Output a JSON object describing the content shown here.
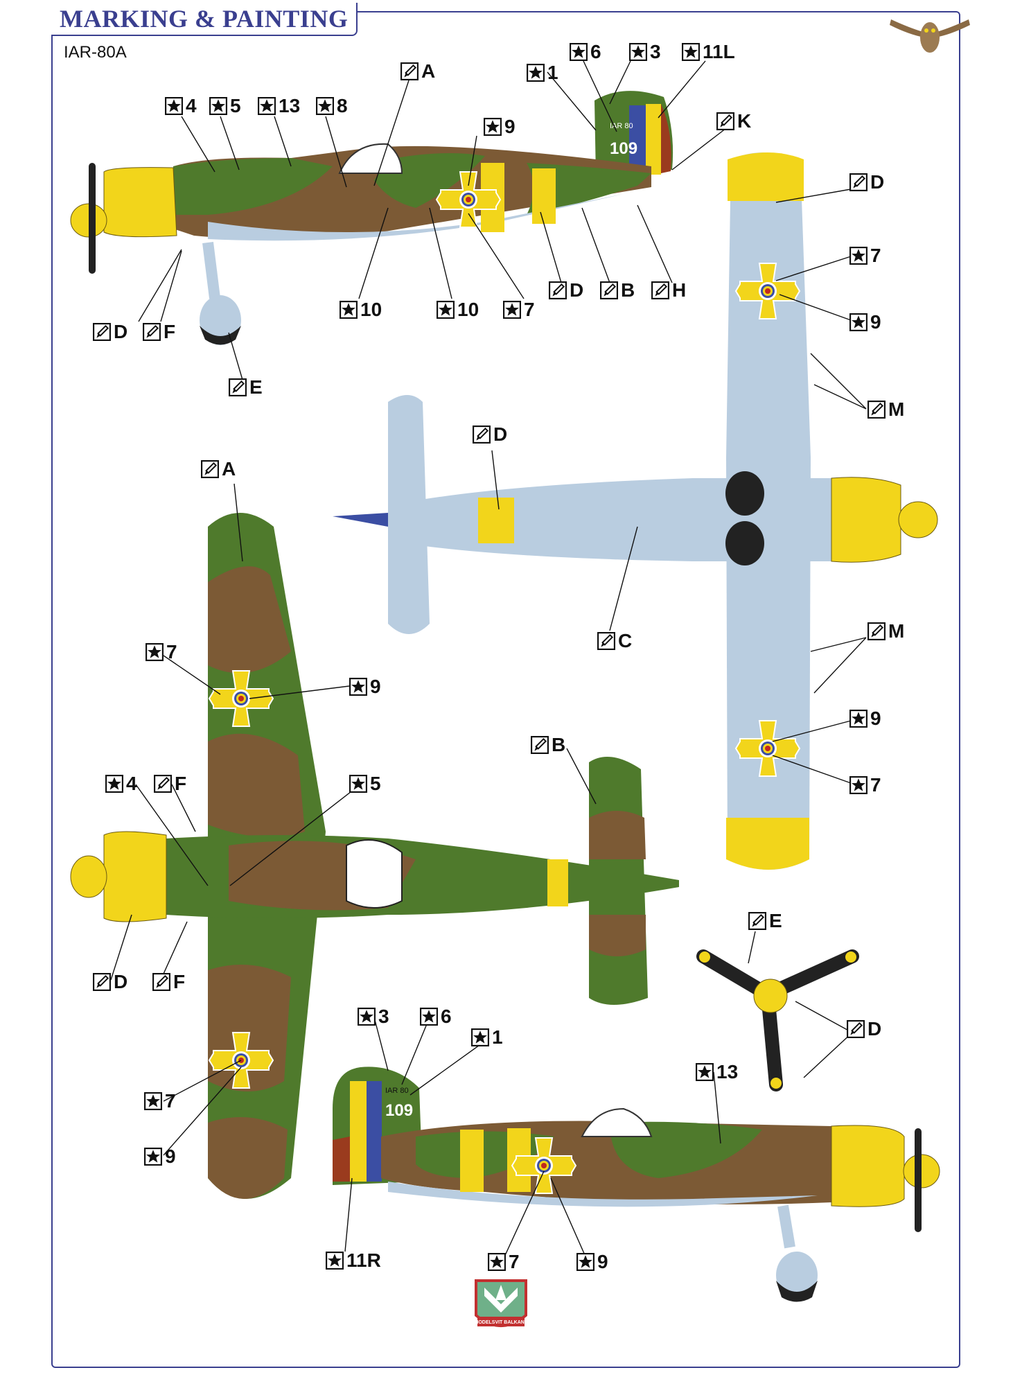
{
  "header": {
    "title": "MARKING & PAINTING",
    "model": "IAR-80A"
  },
  "aircraft": {
    "code": "109",
    "type_text": "IAR 80"
  },
  "callouts": {
    "top": [
      {
        "kind": "decal",
        "text": "4"
      },
      {
        "kind": "decal",
        "text": "5"
      },
      {
        "kind": "decal",
        "text": "13"
      },
      {
        "kind": "decal",
        "text": "8"
      },
      {
        "kind": "paint",
        "text": "A"
      },
      {
        "kind": "decal",
        "text": "1"
      },
      {
        "kind": "decal",
        "text": "6"
      },
      {
        "kind": "decal",
        "text": "3"
      },
      {
        "kind": "decal",
        "text": "11L"
      },
      {
        "kind": "decal",
        "text": "9"
      },
      {
        "kind": "paint",
        "text": "K"
      },
      {
        "kind": "paint",
        "text": "D"
      },
      {
        "kind": "paint",
        "text": "F"
      },
      {
        "kind": "decal",
        "text": "10"
      },
      {
        "kind": "decal",
        "text": "10"
      },
      {
        "kind": "decal",
        "text": "7"
      },
      {
        "kind": "paint",
        "text": "D"
      },
      {
        "kind": "paint",
        "text": "B"
      },
      {
        "kind": "paint",
        "text": "H"
      },
      {
        "kind": "paint",
        "text": "E"
      }
    ],
    "underside": [
      {
        "kind": "paint",
        "text": "D"
      },
      {
        "kind": "decal",
        "text": "7"
      },
      {
        "kind": "decal",
        "text": "9"
      },
      {
        "kind": "paint",
        "text": "M"
      },
      {
        "kind": "paint",
        "text": "D"
      },
      {
        "kind": "paint",
        "text": "C"
      },
      {
        "kind": "paint",
        "text": "M"
      },
      {
        "kind": "decal",
        "text": "9"
      },
      {
        "kind": "decal",
        "text": "7"
      }
    ],
    "upper": [
      {
        "kind": "paint",
        "text": "A"
      },
      {
        "kind": "decal",
        "text": "7"
      },
      {
        "kind": "decal",
        "text": "9"
      },
      {
        "kind": "decal",
        "text": "4"
      },
      {
        "kind": "paint",
        "text": "F"
      },
      {
        "kind": "decal",
        "text": "5"
      },
      {
        "kind": "paint",
        "text": "B"
      },
      {
        "kind": "paint",
        "text": "D"
      },
      {
        "kind": "paint",
        "text": "F"
      },
      {
        "kind": "decal",
        "text": "7"
      },
      {
        "kind": "decal",
        "text": "9"
      }
    ],
    "prop": [
      {
        "kind": "paint",
        "text": "E"
      },
      {
        "kind": "paint",
        "text": "D"
      }
    ],
    "right": [
      {
        "kind": "decal",
        "text": "3"
      },
      {
        "kind": "decal",
        "text": "6"
      },
      {
        "kind": "decal",
        "text": "1"
      },
      {
        "kind": "decal",
        "text": "13"
      },
      {
        "kind": "decal",
        "text": "11R"
      },
      {
        "kind": "decal",
        "text": "7"
      },
      {
        "kind": "decal",
        "text": "9"
      }
    ]
  },
  "footer": {
    "logo_text": "MODELSVIT BALKANS"
  },
  "colors": {
    "green": "#4f7a2c",
    "brown": "#7c5a35",
    "yellow": "#f2d51b",
    "lightblue": "#b9cde0",
    "frame": "#3a3f8f",
    "red": "#9a3b1e",
    "blue": "#3b4ea3"
  }
}
